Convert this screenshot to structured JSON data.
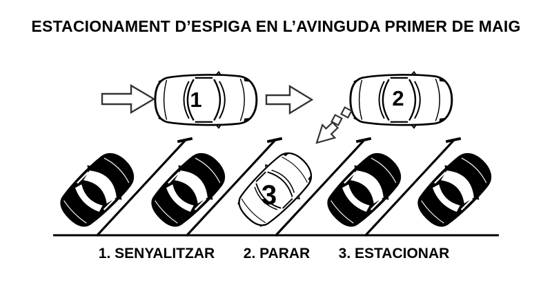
{
  "title": "ESTACIONAMENT D’ESPIGA EN L’AVINGUDA PRIMER DE MAIG",
  "scene": {
    "moving_car_1_number": "1",
    "moving_car_2_number": "2",
    "parking_car_number": "3",
    "icons": {
      "forward_arrow": "hollow-right-arrow-icon",
      "reverse_arrow": "dashed-down-left-arrow-icon"
    },
    "parked_black_cars_count": 4,
    "parking_slot_lines_count": 4
  },
  "steps": [
    {
      "label": "1. SENYALITZAR"
    },
    {
      "label": "2. PARAR"
    },
    {
      "label": "3. ESTACIONAR"
    }
  ],
  "colors": {
    "ink": "#000000",
    "paper": "#ffffff",
    "arrow_outline": "#333333"
  }
}
